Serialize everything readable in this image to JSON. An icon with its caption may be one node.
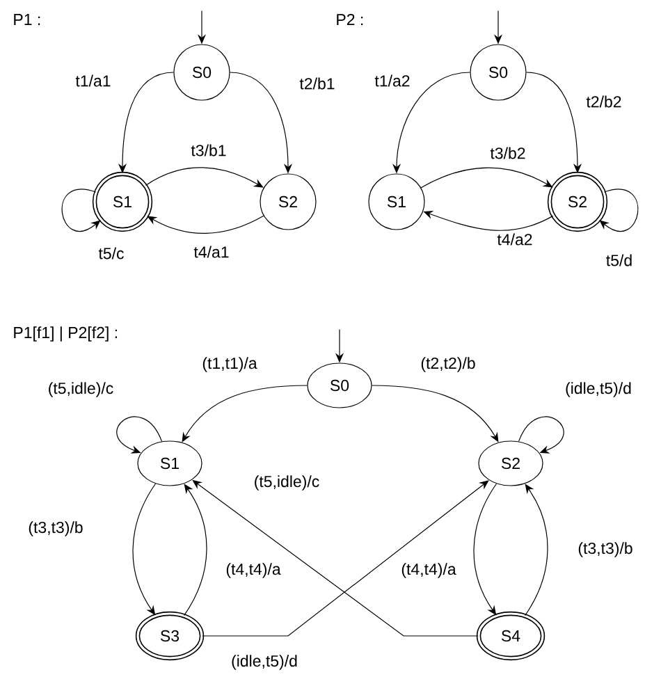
{
  "diagram": {
    "nodes": [
      {
        "text": [
          "S0"
        ]
      },
      {
        "text": [
          "S1"
        ]
      },
      {
        "text": [
          "S2"
        ]
      },
      {
        "text": [
          "S0"
        ]
      },
      {
        "text": [
          "S1"
        ]
      },
      {
        "text": [
          "S2"
        ]
      },
      {
        "text": [
          "S0"
        ]
      },
      {
        "text": [
          "S1"
        ]
      },
      {
        "text": [
          "S2"
        ]
      },
      {
        "text": [
          "S3"
        ]
      },
      {
        "text": [
          "S4"
        ]
      }
    ],
    "edges": [
      {
        "from": null,
        "to": 0,
        "arrow": "to"
      },
      {
        "from": 0,
        "to": 1,
        "arrow": "to",
        "label": "t1/a1"
      },
      {
        "from": 0,
        "to": 2,
        "arrow": "to",
        "label": "t2/b1"
      },
      {
        "from": 1,
        "to": 2,
        "arrow": "to",
        "label": "t3/b1"
      },
      {
        "from": 2,
        "to": 1,
        "arrow": "to",
        "label": "t4/a1"
      },
      {
        "from": 1,
        "to": 1,
        "arrow": "to",
        "label": "t5/c"
      },
      {
        "from": null,
        "to": 3,
        "arrow": "to"
      },
      {
        "from": 3,
        "to": 4,
        "arrow": "to",
        "label": "t1/a2"
      },
      {
        "from": 3,
        "to": 5,
        "arrow": "to",
        "label": "t2/b2"
      },
      {
        "from": 4,
        "to": 5,
        "arrow": "to",
        "label": "t3/b2"
      },
      {
        "from": 5,
        "to": 4,
        "arrow": "to",
        "label": "t4/a2"
      },
      {
        "from": 5,
        "to": 5,
        "arrow": "to",
        "label": "t5/d"
      },
      {
        "from": null,
        "to": 6,
        "arrow": "to"
      },
      {
        "from": 6,
        "to": 7,
        "arrow": "to",
        "label": "(t1,t1)/a"
      },
      {
        "from": 6,
        "to": 8,
        "arrow": "to",
        "label": "(t2,t2)/b"
      },
      {
        "from": 7,
        "to": 7,
        "arrow": "to",
        "label": "(t5,idle)/c"
      },
      {
        "from": 8,
        "to": 8,
        "arrow": "to",
        "label": "(idle,t5)/d"
      },
      {
        "from": 7,
        "to": 9,
        "arrow": "to",
        "label": "(t3,t3)/b"
      },
      {
        "from": 9,
        "to": 7,
        "arrow": "to",
        "label": "(t4,t4)/a"
      },
      {
        "from": 8,
        "to": 10,
        "arrow": "to",
        "label": "(t4,t4)/a"
      },
      {
        "from": 10,
        "to": 8,
        "arrow": "to",
        "label": "(t3,t3)/b"
      },
      {
        "from": 9,
        "to": 8,
        "arrow": "to",
        "label": "(idle,t5)/d"
      },
      {
        "from": 10,
        "to": 7,
        "arrow": "to",
        "label": "(t5,idle)/c"
      }
    ],
    "labels": [
      "P1 :",
      "P2 :",
      "P1[f1] | P2[f2] :"
    ]
  }
}
